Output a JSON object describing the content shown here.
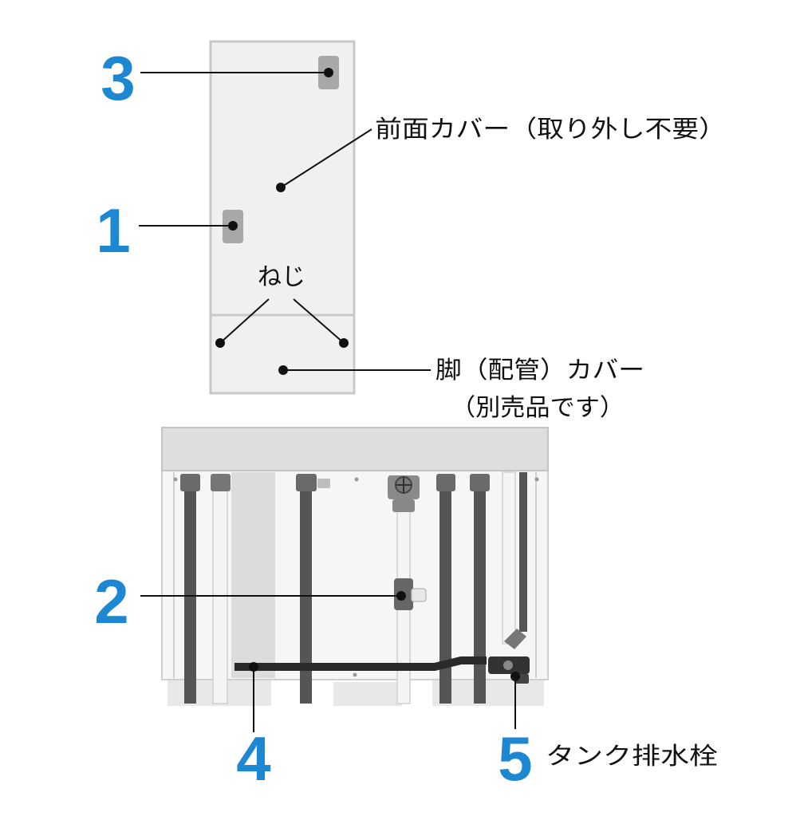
{
  "colors": {
    "accent": "#1e87d2",
    "panel_fill": "#f0f0f0",
    "panel_border": "#c8c8c8",
    "screw": "#a8a8a8",
    "pipe_dark": "#555555",
    "pipe_light": "#f4f4f4"
  },
  "callouts": {
    "n1": "1",
    "n2": "2",
    "n3": "3",
    "n4": "4",
    "n5": "5"
  },
  "labels": {
    "front_cover": "前面カバー（取り外し不要）",
    "screw": "ねじ",
    "leg_cover_line1": "脚（配管）カバー",
    "leg_cover_line2": "（別売品です）",
    "tank_drain": "タンク排水栓"
  },
  "icons": [
    "screw-icon",
    "valve-icon",
    "drain-plug-icon"
  ]
}
